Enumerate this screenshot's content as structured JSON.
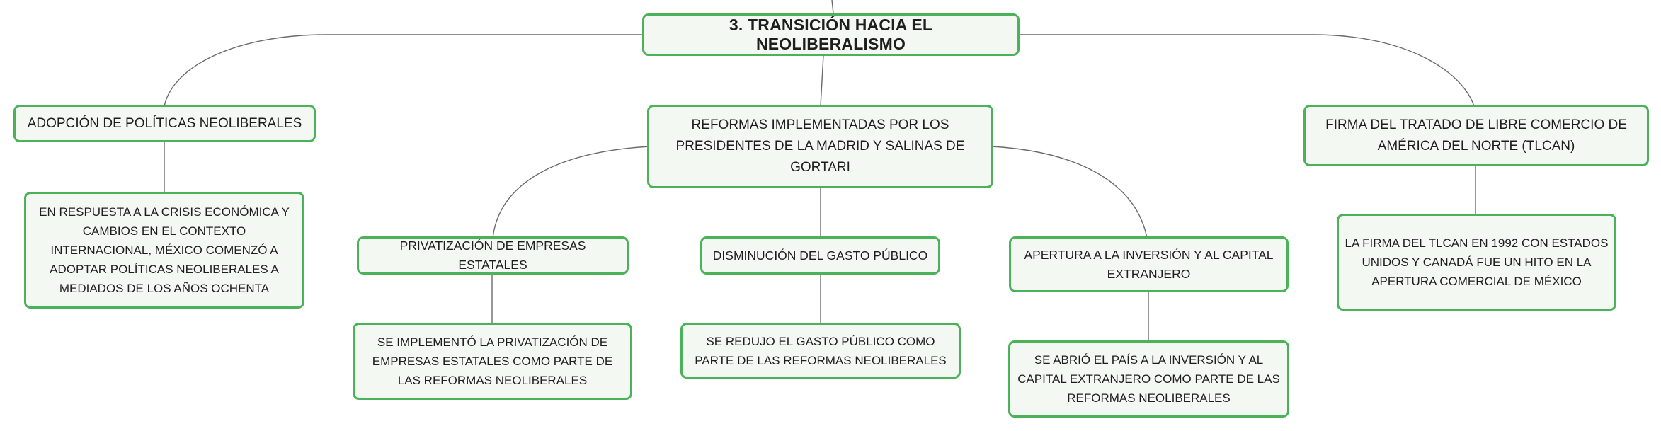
{
  "map": {
    "root": "3. TRANSICIÓN HACIA EL NEOLIBERALISMO",
    "left": {
      "title": "ADOPCIÓN DE POLÍTICAS NEOLIBERALES",
      "detail": "EN RESPUESTA A LA CRISIS ECONÓMICA Y CAMBIOS EN EL CONTEXTO INTERNACIONAL, MÉXICO COMENZÓ A ADOPTAR POLÍTICAS NEOLIBERALES A MEDIADOS DE LOS AÑOS OCHENTA"
    },
    "center": {
      "title": "REFORMAS IMPLEMENTADAS POR LOS PRESIDENTES DE LA MADRID Y SALINAS DE GORTARI",
      "children": [
        {
          "title": "PRIVATIZACIÓN DE EMPRESAS ESTATALES",
          "detail": "SE IMPLEMENTÓ LA PRIVATIZACIÓN DE EMPRESAS ESTATALES COMO PARTE DE LAS REFORMAS NEOLIBERALES"
        },
        {
          "title": "DISMINUCIÓN DEL GASTO PÚBLICO",
          "detail": "SE REDUJO EL GASTO PÚBLICO COMO PARTE DE LAS REFORMAS NEOLIBERALES"
        },
        {
          "title": "APERTURA A LA INVERSIÓN Y AL CAPITAL EXTRANJERO",
          "detail": "SE ABRIÓ EL PAÍS A LA INVERSIÓN Y AL CAPITAL EXTRANJERO COMO PARTE DE LAS REFORMAS NEOLIBERALES"
        }
      ]
    },
    "right": {
      "title": "FIRMA DEL TRATADO DE LIBRE COMERCIO DE AMÉRICA DEL NORTE (TLCAN)",
      "detail": "LA FIRMA DEL TLCAN EN 1992 CON ESTADOS UNIDOS Y CANADÁ FUE UN HITO EN LA APERTURA COMERCIAL DE MÉXICO"
    }
  },
  "colors": {
    "node_border": "#4cb25a",
    "node_fill": "#f3f8f3",
    "connector": "#6b6b6b",
    "text": "#1e1e1e"
  }
}
